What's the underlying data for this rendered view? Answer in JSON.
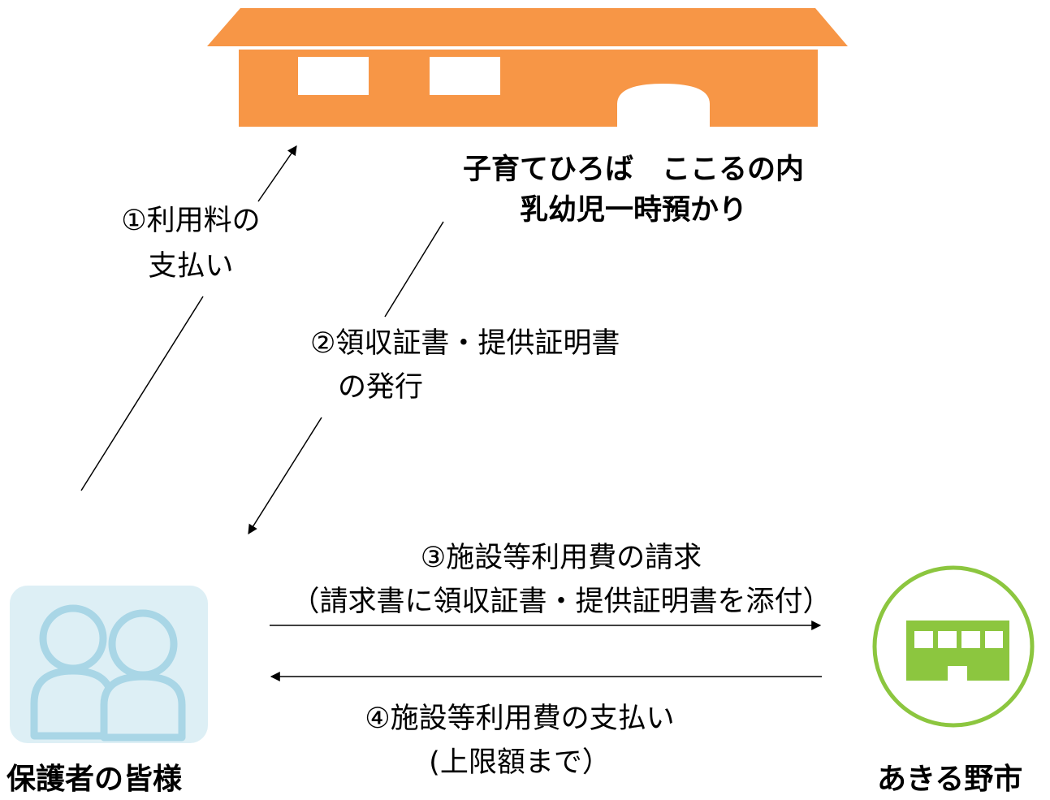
{
  "facility": {
    "line1": "子育てひろば　ここるの内",
    "line2": "乳幼児一時預かり",
    "color": "#f79646"
  },
  "steps": {
    "step1_line1": "①利用料の",
    "step1_line2": "支払い",
    "step2_line1": "②領収証書・提供証明書",
    "step2_line2": "の発行",
    "step3_line1": "③施設等利用費の請求",
    "step3_line2": "（請求書に領収証書・提供証明書を添付）",
    "step4_line1": "④施設等利用費の支払い",
    "step4_line2": "(上限額まで）"
  },
  "actors": {
    "guardians_label": "保護者の皆様",
    "guardians_icon": "people-icon",
    "guardians_color": "#a9d6e6",
    "city_label": "あきる野市",
    "city_icon": "city-hall-icon",
    "city_color": "#8cc63f"
  }
}
